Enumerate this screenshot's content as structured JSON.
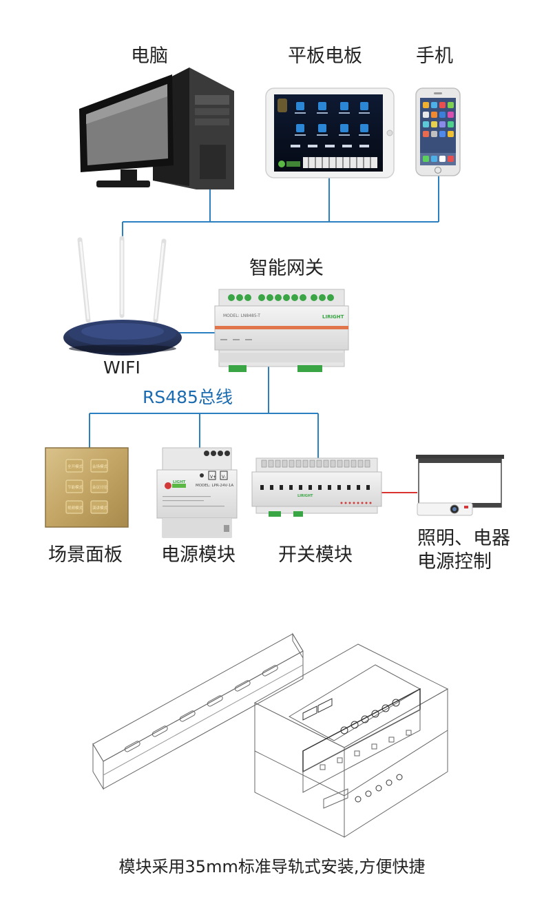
{
  "labels": {
    "computer": "电脑",
    "tablet": "平板电板",
    "phone": "手机",
    "gateway": "智能网关",
    "wifi": "WIFI",
    "bus": "RS485总线",
    "scene_panel": "场景面板",
    "power_module": "电源模块",
    "switch_module": "开关模块",
    "lighting_control_line1": "照明、电器",
    "lighting_control_line2": "电源控制"
  },
  "devices": {
    "gateway_model": "MODEL: LN8485-T",
    "gateway_brand": "LIRIGHT",
    "power_model": "MODEL: LPR-24V-1A",
    "power_brand": "LIGHT",
    "power_terminal_v_plus": "V+",
    "power_terminal_v_minus": "V-",
    "switch_brand": "LIRIGHT",
    "scene_buttons": [
      "全开模式",
      "会场模式",
      "节能模式",
      "会议讨论",
      "视频模式",
      "演讲模式"
    ]
  },
  "caption": "模块采用35mm标准导轨式安装,方便快捷",
  "colors": {
    "bus_line": "#2a7fc0",
    "output_line": "#d8332e",
    "label_text": "#222222",
    "bus_text": "#1a6bb0"
  }
}
